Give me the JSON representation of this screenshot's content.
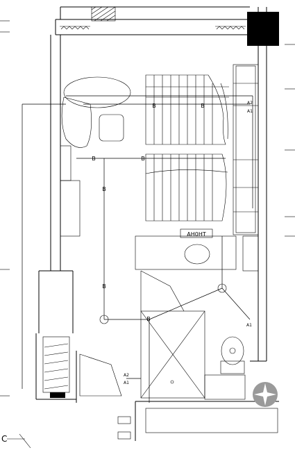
{
  "labels": {
    "ac_top": "A2",
    "ac_bottom": "A1",
    "ac_wall_top": "A2",
    "ac_wall_bottom": "A1",
    "ac_right": "A1",
    "wire_symbol": "B",
    "room_marker": "C",
    "vanity_tag": "AH0HT"
  },
  "colors": {
    "line": "#000000",
    "background": "#ffffff",
    "hatch": "#000000",
    "watermark": "#7a7a7a"
  }
}
